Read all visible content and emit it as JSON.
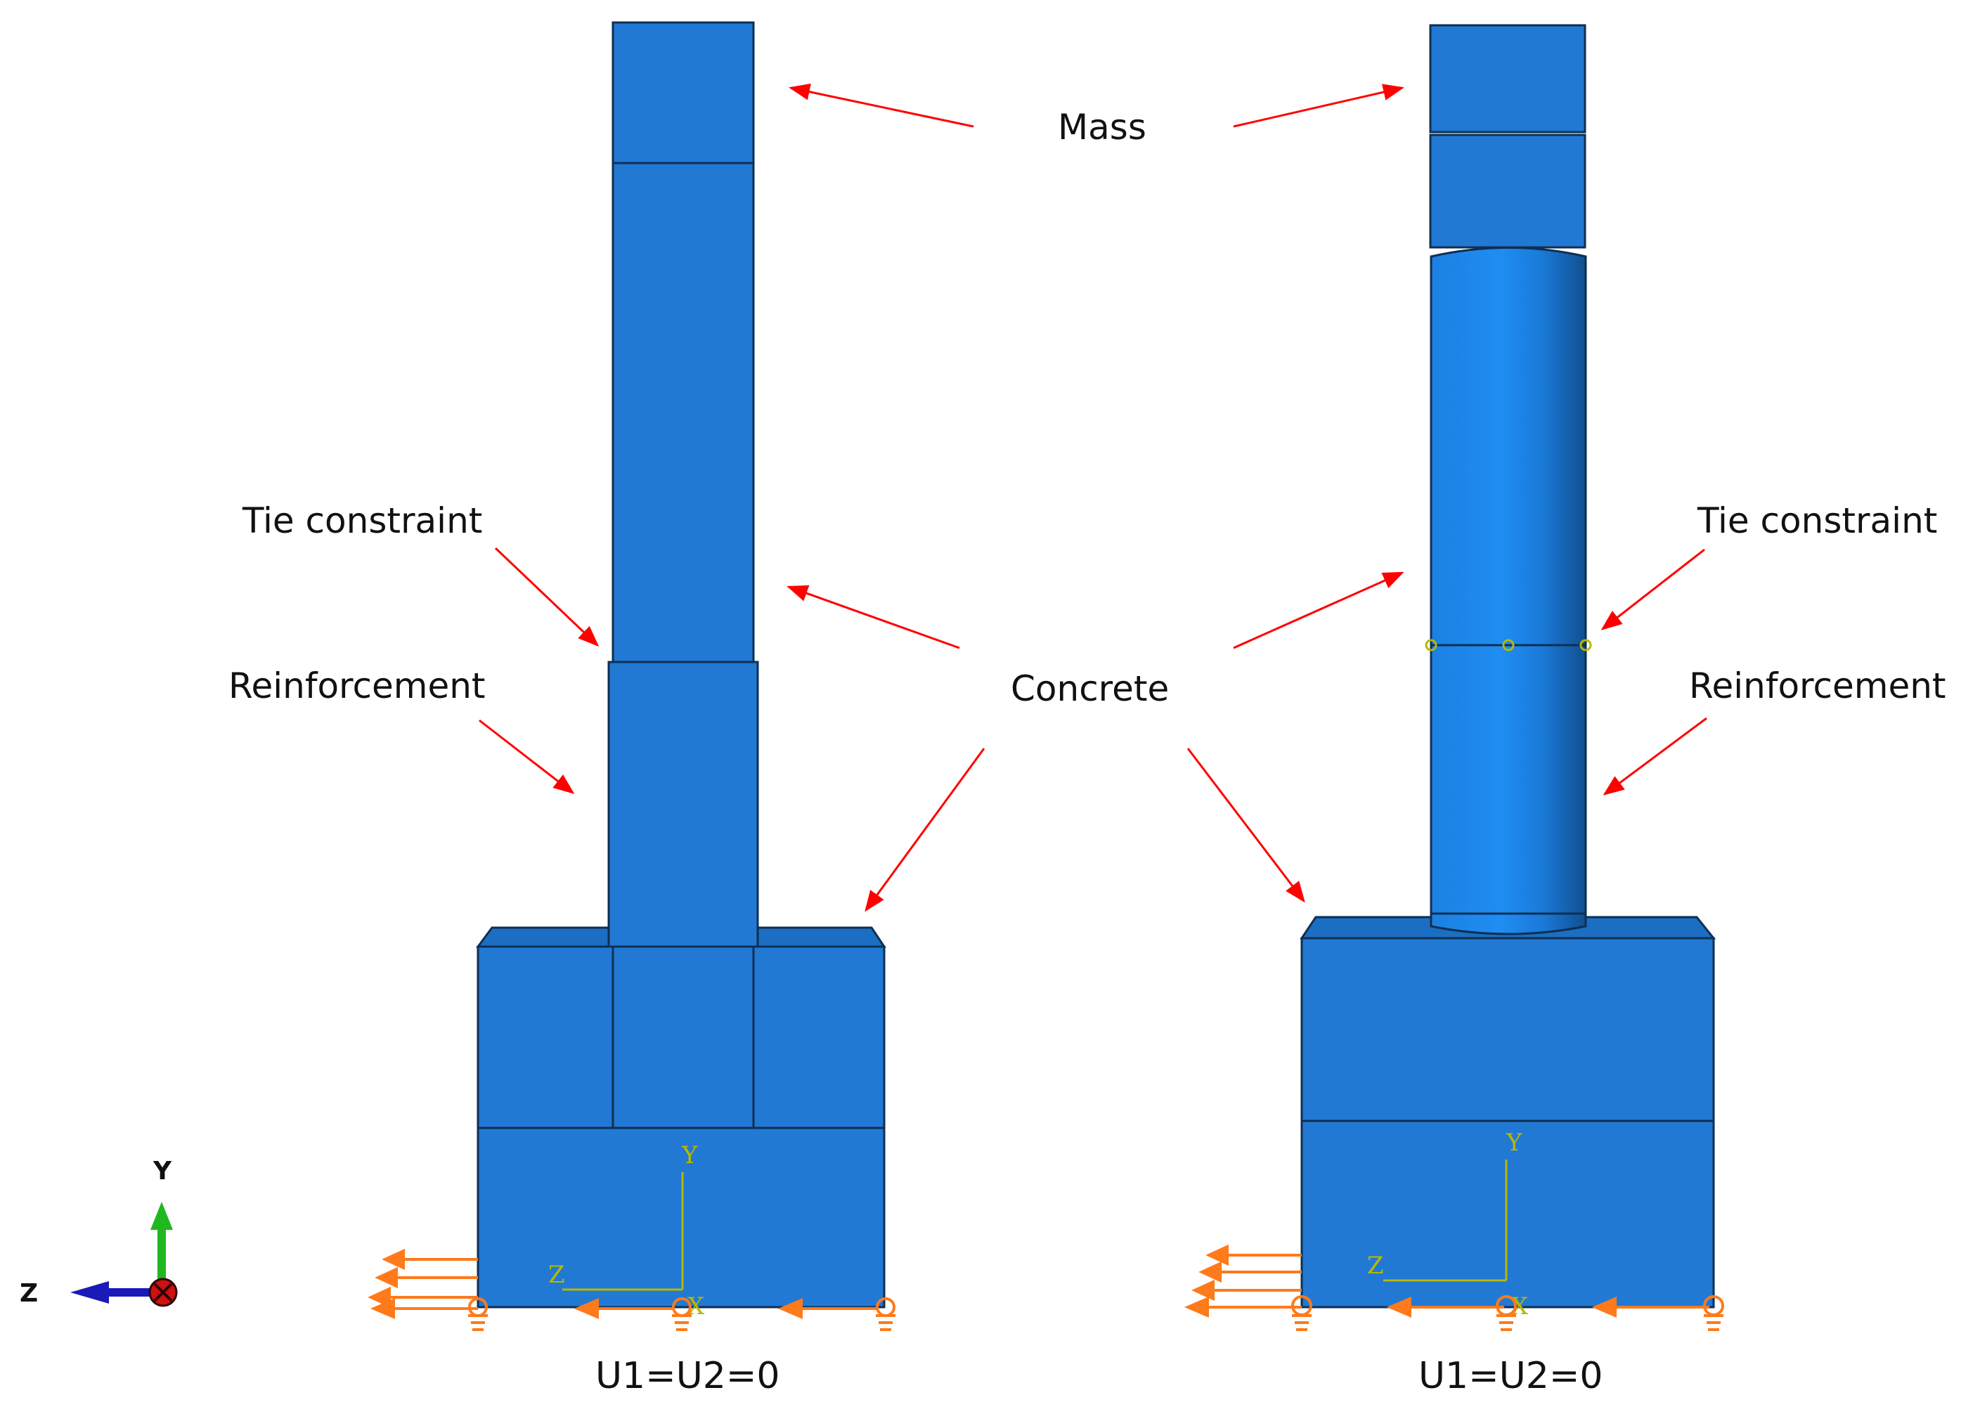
{
  "colors": {
    "solid_blue": "#2179d4",
    "cylinder_blue": "#1e88ec",
    "edge": "#0f2f52",
    "arrow_red": "#ff0000",
    "bc_orange": "#ff7a1a",
    "csys_yellow": "#b8b800",
    "triad_green": "#1fb81f",
    "triad_blue": "#1a1ab8",
    "triad_origin": "#cc1111"
  },
  "labels": {
    "mass": "Mass",
    "tie_left": "Tie constraint",
    "tie_right": "Tie constraint",
    "reinf_left": "Reinforcement",
    "reinf_right": "Reinforcement",
    "concrete": "Concrete",
    "bc_left": "U1=U2=0",
    "bc_right": "U1=U2=0"
  },
  "csys": {
    "y": "Y",
    "z": "Z",
    "x": "X"
  },
  "triad": {
    "y": "Y",
    "z": "Z"
  },
  "models": [
    {
      "name": "left-column-model",
      "column_shape": "square"
    },
    {
      "name": "right-column-model",
      "column_shape": "circular"
    }
  ],
  "icons": [
    "view-triad-icon",
    "boundary-condition-icon",
    "local-csys-icon",
    "tie-node-icon"
  ]
}
